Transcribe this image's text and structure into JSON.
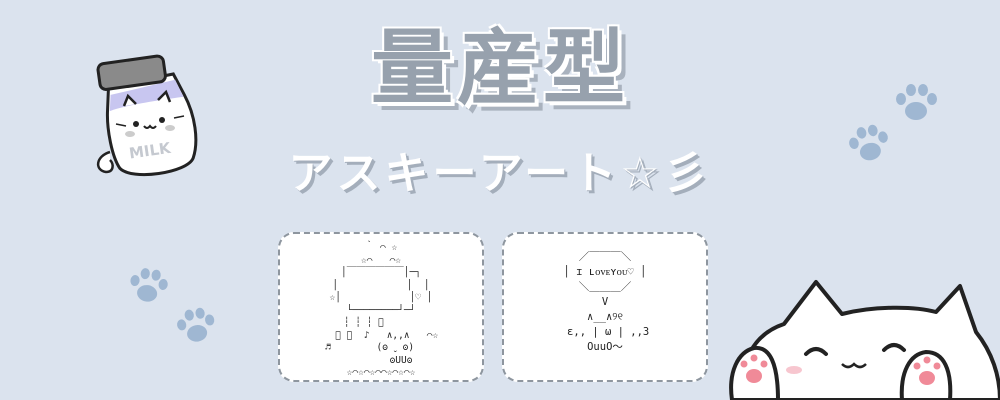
{
  "title": {
    "main": "量産型",
    "sub": "アスキーアート☆彡"
  },
  "art_left": {
    "lines": [
      "  ｀ ⌒ ☆  ",
      "☆⌒   ⌒☆",
      "│￣￣￣￣￣￣│─┐",
      "│            │  │",
      "☆│            │♡ │",
      "└────────┘─┘",
      " ┆ ┆ ┆ ﾞ       ",
      "  ﾟ ﾟ  ♪   ∧,,∧   ⌒☆",
      "♬        (ʘ ˬ ʘ)    ",
      "           ʘUUʘ    ",
      "☆⌒☆⌒☆⌒⌒☆⌒☆⌒☆"
    ]
  },
  "art_right": {
    "lines": [
      " ／￣￣￣＼ ",
      "│ ɪ ʟᴏᴠᴇʏᴏᴜ♡ │",
      " ＼＿＿＿／ ",
      "      V      ",
      "   ∧__∧୨୧   ",
      " ε,, | ω | ,,3",
      "   OuuO～   "
    ]
  },
  "decor": {
    "milk_label": "MILK"
  },
  "colors": {
    "background": "#dbe3ee",
    "title_main": "#97a1ad",
    "paw": "#9fb7d2",
    "card_border": "#8e969f"
  }
}
